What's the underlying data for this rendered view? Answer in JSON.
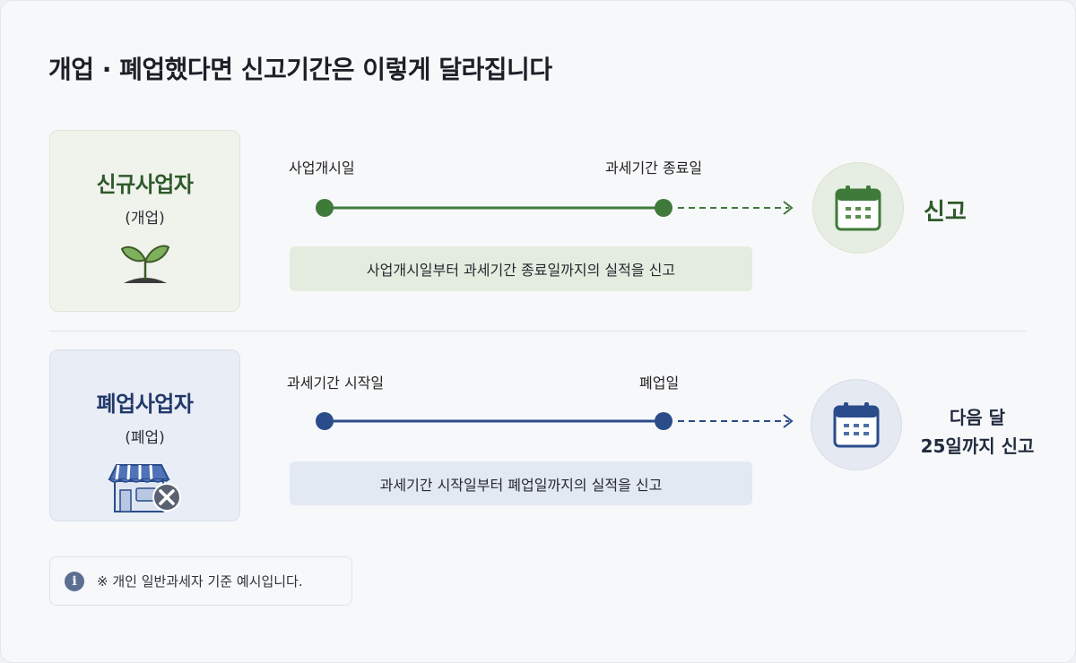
{
  "title": "개업 · 폐업했다면 신고기간은 이렇게 달라집니다",
  "new_business": {
    "title": "신규사업자",
    "subtitle": "(개업)",
    "icon": "sprout-icon",
    "start_label": "사업개시일",
    "end_label": "과세기간 종료일",
    "description": "사업개시일부터 과세기간 종료일까지의 실적을 신고",
    "result": "신고",
    "color": "#3f7a3a"
  },
  "closed_business": {
    "title": "폐업사업자",
    "subtitle": "(폐업)",
    "icon": "closed-store-icon",
    "start_label": "과세기간 시작일",
    "end_label": "폐업일",
    "description": "과세기간 시작일부터 폐업일까지의 실적을 신고",
    "result_line1": "다음 달",
    "result_line2": "25일까지 신고",
    "color": "#2b4c8a"
  },
  "footnote": {
    "icon": "info-icon",
    "text": "※ 개인 일반과세자 기준 예시입니다."
  }
}
